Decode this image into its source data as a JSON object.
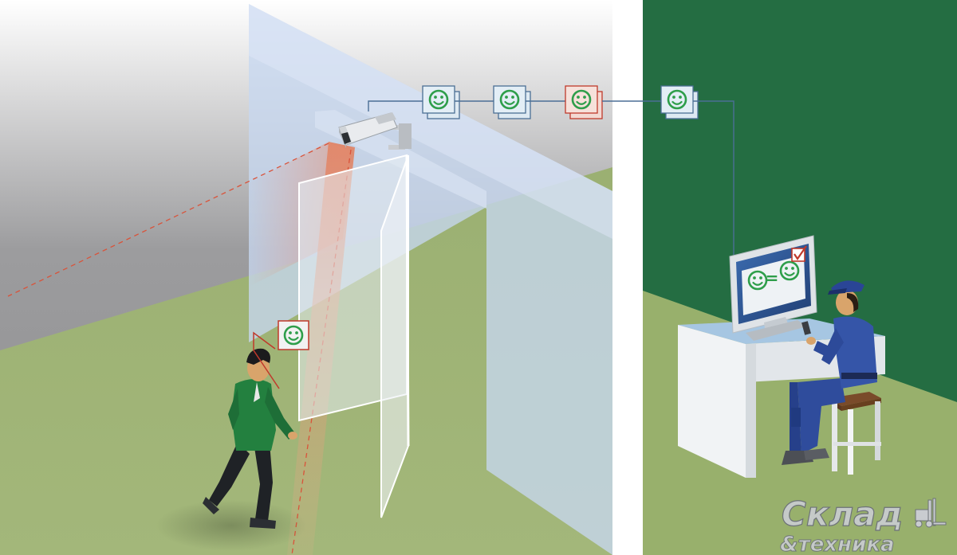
{
  "colors": {
    "wall_top": "#9b9b9d",
    "wall_bottom": "#ffffff",
    "floor": "#9db274",
    "floor_right": "#98b06c",
    "glass_panel": "#c6d6ef",
    "camera_beam": "#e58a6c",
    "right_wall": "#246d42",
    "face_ok": "#2e9e4a",
    "face_frame_blue": "#4b6f95",
    "face_frame_red": "#c0392b",
    "jacket": "#23803f",
    "uniform": "#2f4c9c",
    "desk": "#eef0f2",
    "desk_top": "#a6c6e2",
    "monitor_screen": "#2f5d9e",
    "stool_seat": "#7a4b2a"
  },
  "icons": {
    "camera": "surveillance-camera-icon",
    "face": "smiley-face-icon",
    "check": "checkmark-icon",
    "match": "equals-icon",
    "forklift": "forklift-icon"
  },
  "flow": {
    "frames": [
      {
        "state": "detected"
      },
      {
        "state": "detected"
      },
      {
        "state": "flagged"
      },
      {
        "state": "received"
      }
    ]
  },
  "monitor": {
    "match_symbol": "=",
    "verified": true
  },
  "watermark": {
    "line1": "Склад",
    "line2": "&техника"
  }
}
